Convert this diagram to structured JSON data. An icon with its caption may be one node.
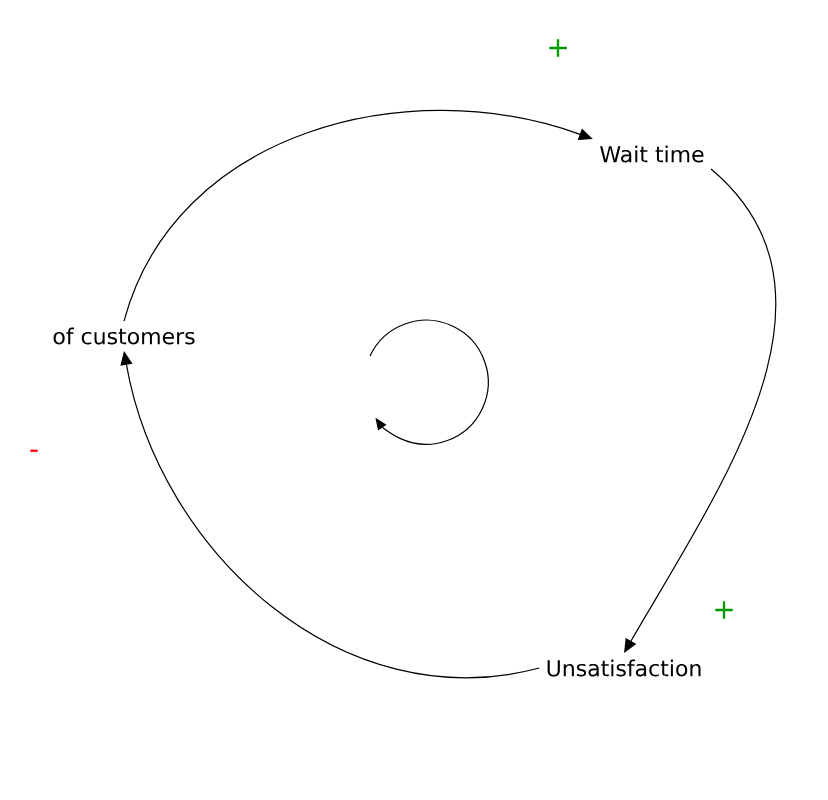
{
  "diagram": {
    "nodes": [
      {
        "text": [
          "of customers"
        ]
      },
      {
        "text": [
          "Wait time"
        ]
      },
      {
        "text": [
          "Unsatisfaction"
        ]
      }
    ],
    "edges": [
      {
        "from": 0,
        "to": 1,
        "arrow": "to",
        "label": "+"
      },
      {
        "from": 1,
        "to": 2,
        "arrow": "to",
        "label": "+"
      },
      {
        "from": 2,
        "to": 0,
        "arrow": "to",
        "label": "-"
      }
    ]
  }
}
